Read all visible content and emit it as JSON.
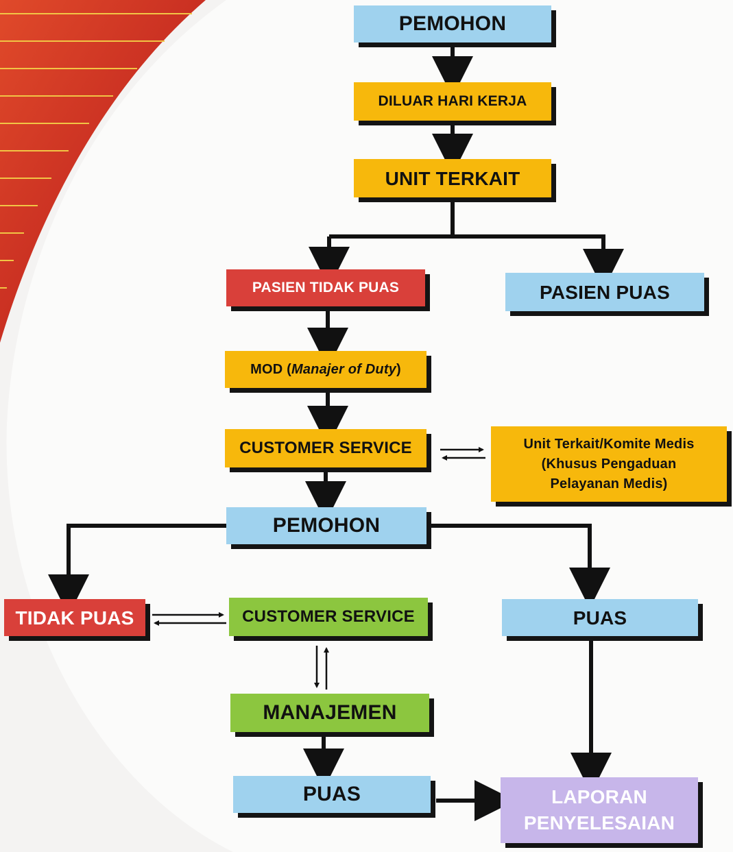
{
  "colors": {
    "blue": "#9fd2ee",
    "orange": "#f7b80c",
    "red": "#d9403a",
    "green": "#8cc63f",
    "purple": "#c7b6ea",
    "shadow": "#141414",
    "decor_red": "#c9231f"
  },
  "nodes": {
    "pemohon_top": "PEMOHON",
    "diluar_hari_kerja": "DILUAR HARI KERJA",
    "unit_terkait": "UNIT TERKAIT",
    "pasien_tidak_puas": "PASIEN TIDAK PUAS",
    "pasien_puas": "PASIEN PUAS",
    "mod": {
      "prefix": "MOD (",
      "italic": "Manajer of Duty",
      "suffix": ")"
    },
    "customer_service_1": "CUSTOMER SERVICE",
    "unit_terkait_komite": {
      "line1": "Unit Terkait/Komite Medis",
      "line2": "(Khusus Pengaduan",
      "line3": "Pelayanan Medis)"
    },
    "pemohon_mid": "PEMOHON",
    "tidak_puas": "TIDAK PUAS",
    "customer_service_2": "CUSTOMER SERVICE",
    "puas_right": "PUAS",
    "manajemen": "MANAJEMEN",
    "puas_bottom": "PUAS",
    "laporan": {
      "line1": "LAPORAN",
      "line2": "PENYELESAIAN"
    }
  }
}
